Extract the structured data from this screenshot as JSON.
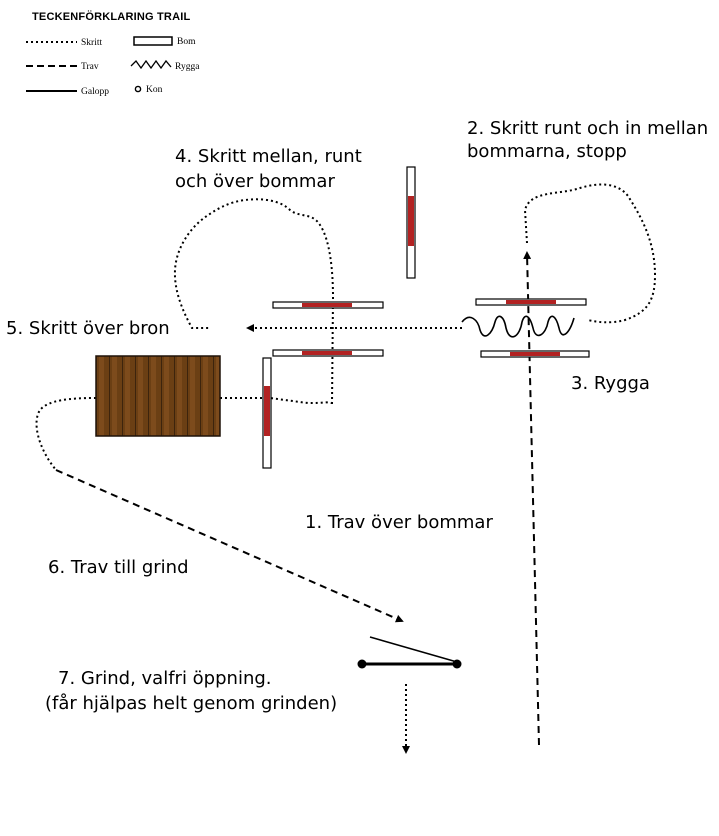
{
  "legend": {
    "title": "TECKENFÖRKLARING TRAIL",
    "skritt": "Skritt",
    "trav": "Trav",
    "galopp": "Galopp",
    "bom": "Bom",
    "rygga": "Rygga",
    "kon": "Kon"
  },
  "colors": {
    "pole_red": "#b22222",
    "bridge": "#6b3f14",
    "line": "#000000"
  },
  "steps": {
    "s1": "1. Trav över bommar",
    "s2_line1": "2. Skritt runt och in mellan",
    "s2_line2": "bommarna, stopp",
    "s3": "3. Rygga",
    "s4_line1": "4. Skritt mellan, runt",
    "s4_line2": "och över bommar",
    "s5": "5. Skritt över bron",
    "s6": "6. Trav till grind",
    "s7_line1": "7. Grind, valfri öppning.",
    "s7_line2": "(får hjälpas helt genom grinden)"
  }
}
